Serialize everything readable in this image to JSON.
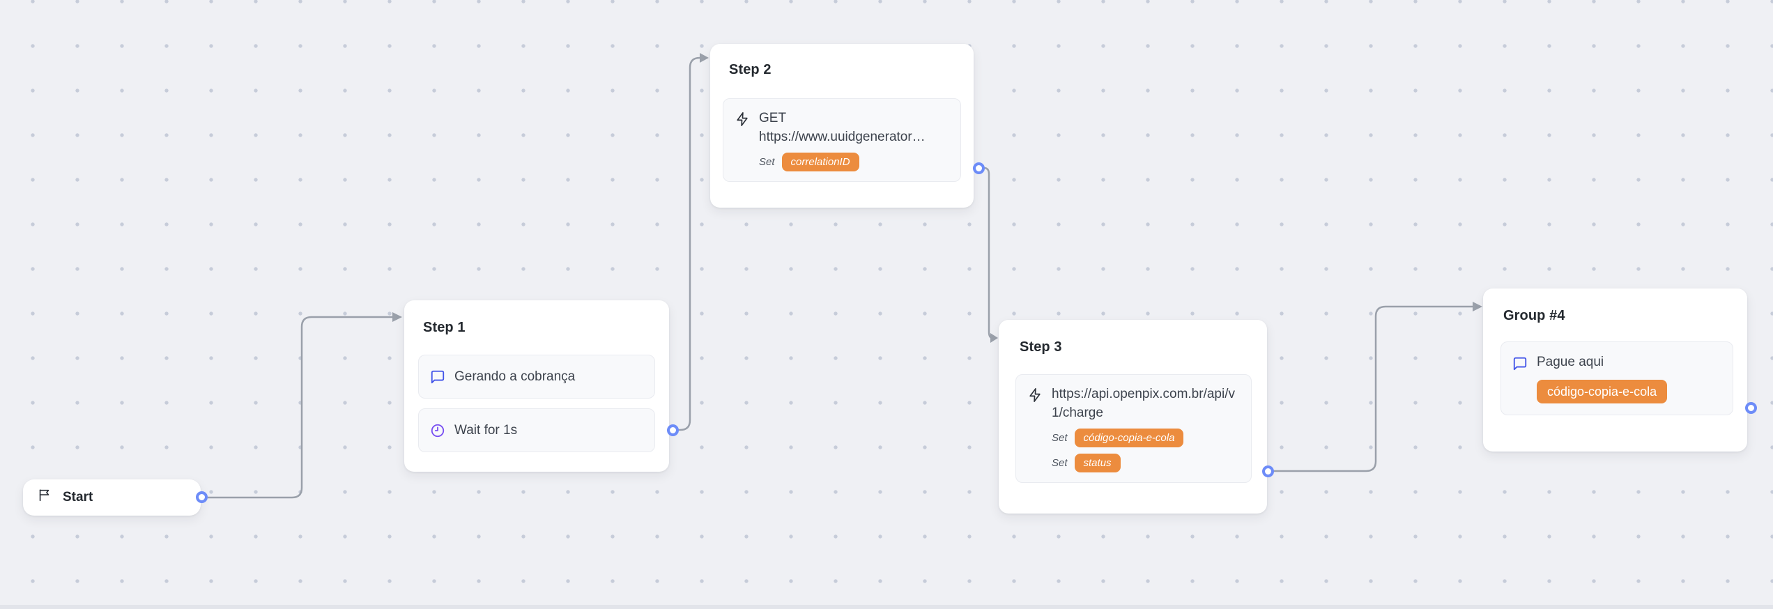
{
  "colors": {
    "canvas_bg": "#eff0f4",
    "dot": "#c6ccd9",
    "edge": "#9aa0aa",
    "handle_blue": "#6d8cf8",
    "badge_orange": "#ec8c3e",
    "chat_icon_blue": "#4254e8",
    "clock_icon_purple": "#7950f2",
    "lightning_icon_dark": "#2b3038",
    "title_text": "#24292f",
    "body_text": "#3d434d"
  },
  "nodes": {
    "start": {
      "label": "Start",
      "icon": "flag-icon"
    },
    "step1": {
      "title": "Step 1",
      "items": [
        {
          "icon": "chat-bubble-icon",
          "text": "Gerando a cobrança"
        },
        {
          "icon": "clock-icon",
          "text": "Wait for 1s"
        }
      ]
    },
    "step2": {
      "title": "Step 2",
      "icon": "lightning-icon",
      "method": "GET",
      "url": "https://www.uuidgenerator…",
      "set_label": "Set",
      "variable": "correlationID"
    },
    "step3": {
      "title": "Step 3",
      "icon": "lightning-icon",
      "url": "https://api.openpix.com.br/api/v1/charge",
      "set_label": "Set",
      "variable1": "código-copia-e-cola",
      "variable2": "status"
    },
    "group4": {
      "title": "Group #4",
      "icon": "chat-bubble-icon",
      "item_text": "Pague aqui",
      "badge": "código-copia-e-cola"
    }
  }
}
